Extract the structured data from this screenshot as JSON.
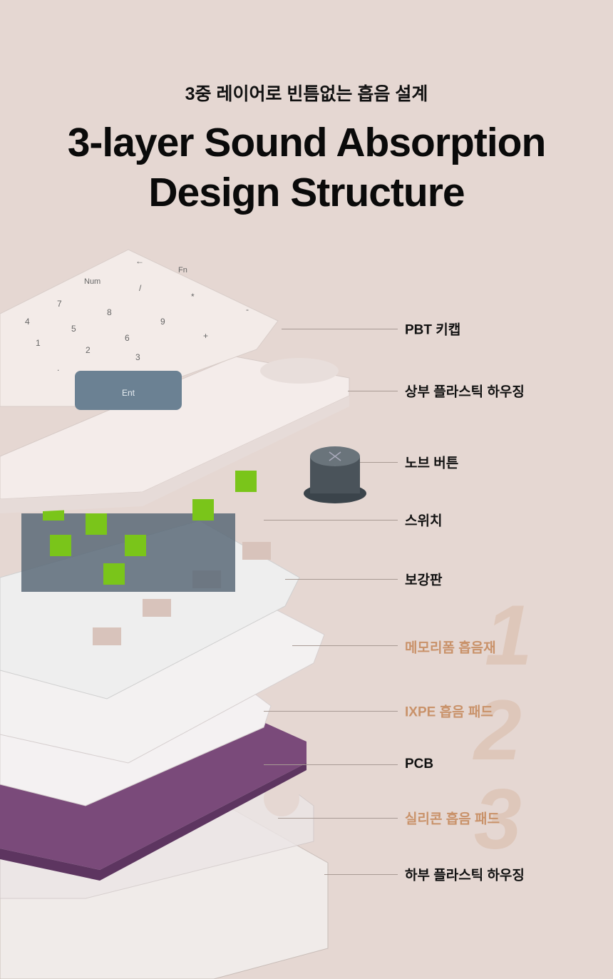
{
  "header": {
    "subtitle": "3중 레이어로 빈틈없는 흡음 설계",
    "title_line1": "3-layer Sound Absorption",
    "title_line2": "Design Structure"
  },
  "layer_numbers": [
    "1",
    "2",
    "3"
  ],
  "keycap_legends": [
    "←",
    "Fn",
    "Num",
    "/",
    "*",
    "-",
    "7",
    "8",
    "9",
    "+",
    "4",
    "5",
    "6",
    "1",
    "2",
    "3",
    ".",
    "Ent"
  ],
  "labels": [
    {
      "text": "PBT 키캡",
      "accent": false
    },
    {
      "text": "상부 플라스틱 하우징",
      "accent": false
    },
    {
      "text": "노브 버튼",
      "accent": false
    },
    {
      "text": "스위치",
      "accent": false
    },
    {
      "text": "보강판",
      "accent": false
    },
    {
      "text": "메모리폼 흡음재",
      "accent": true
    },
    {
      "text": "IXPE 흡음 패드",
      "accent": true
    },
    {
      "text": "PCB",
      "accent": false
    },
    {
      "text": "실리콘 흡음 패드",
      "accent": true
    },
    {
      "text": "하부 플라스틱 하우징",
      "accent": false
    }
  ],
  "colors": {
    "background": "#e5d7d2",
    "accent": "#c9926a",
    "pcb": "#7a4a7a",
    "switch_stem": "#7ac51a"
  }
}
